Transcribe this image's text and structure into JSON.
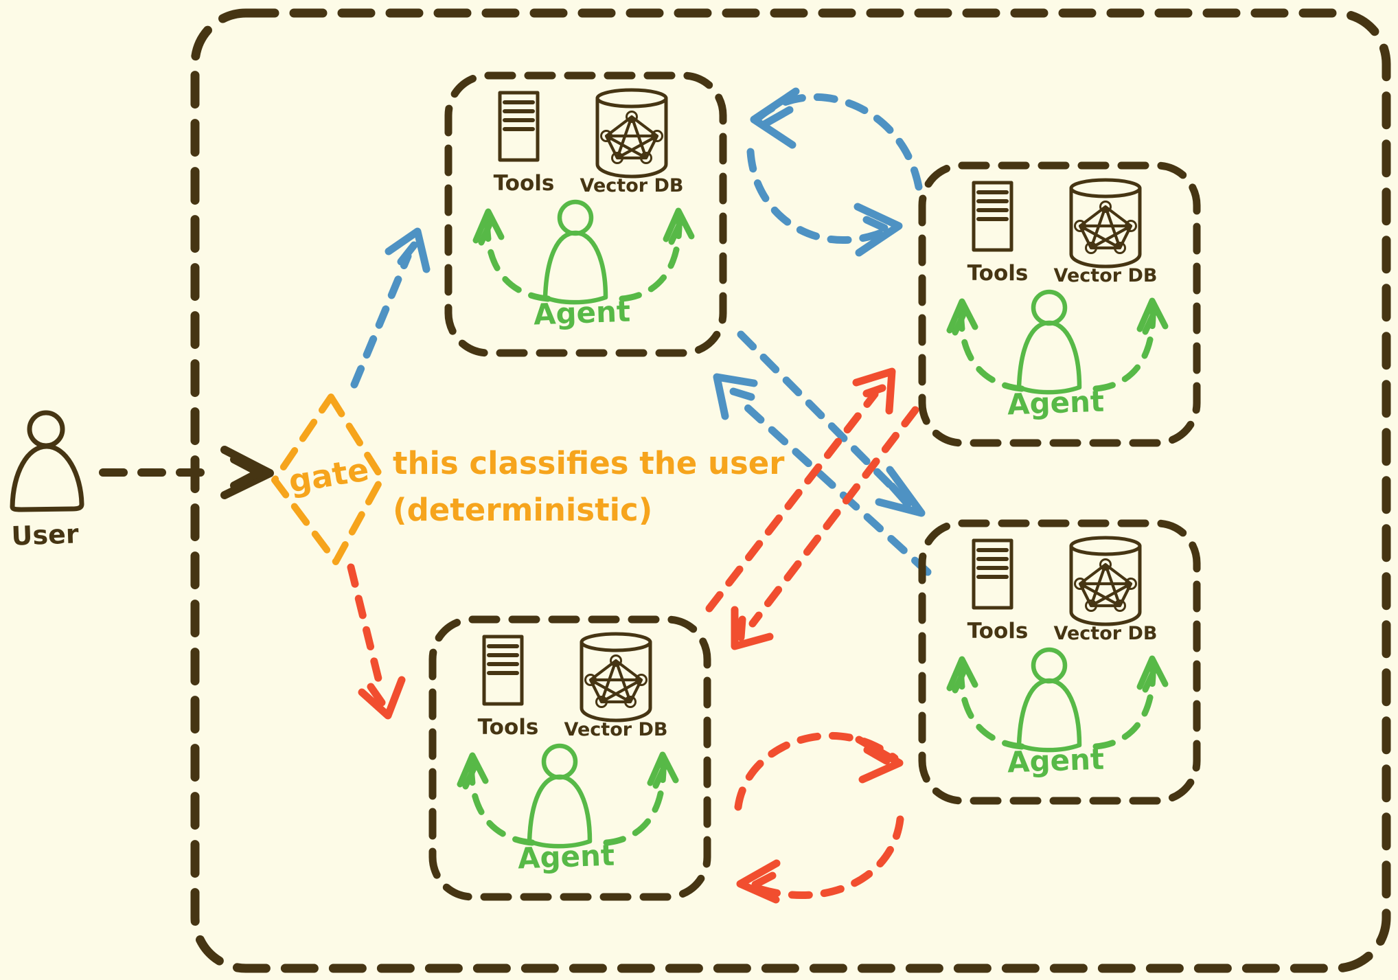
{
  "title": "multi-agent gate routing diagram",
  "colors": {
    "background": "#FDFBE7",
    "ink": "#463513",
    "green": "#57B947",
    "blue": "#4E92C3",
    "red": "#F14E2F",
    "orange": "#F6A41C",
    "tan_fill": "#F7E9C5",
    "node_gray": "#C7C1AD",
    "hatch": "#F4E3BE"
  },
  "user": {
    "label": "User",
    "icon": "person-icon"
  },
  "gate": {
    "label": "gate",
    "icon": "decision-diamond-icon",
    "annotation_line1": "this classifies the user",
    "annotation_line2": "(deterministic)"
  },
  "agents": [
    {
      "id": "agent-top-left",
      "tools_label": "Tools",
      "vector_db_label": "Vector DB",
      "agent_label": "Agent"
    },
    {
      "id": "agent-top-right",
      "tools_label": "Tools",
      "vector_db_label": "Vector DB",
      "agent_label": "Agent"
    },
    {
      "id": "agent-bottom-right",
      "tools_label": "Tools",
      "vector_db_label": "Vector DB",
      "agent_label": "Agent"
    },
    {
      "id": "agent-bottom-left",
      "tools_label": "Tools",
      "vector_db_label": "Vector DB",
      "agent_label": "Agent"
    }
  ],
  "icons": {
    "tools": "server-list-icon",
    "vector_db": "database-graph-icon",
    "agent": "person-icon"
  },
  "edges": [
    {
      "from": "user",
      "to": "gate",
      "color": "#463513",
      "style": "dashed"
    },
    {
      "from": "gate",
      "to": "agent-top-left",
      "color": "#4E92C3",
      "style": "dashed"
    },
    {
      "from": "gate",
      "to": "agent-bottom-left",
      "color": "#F14E2F",
      "style": "dashed"
    },
    {
      "from": "agent-top-left",
      "to": "agent-top-right",
      "color": "#4E92C3",
      "style": "dashed",
      "bidirectional": true
    },
    {
      "from": "agent-top-left",
      "to": "agent-bottom-right",
      "color": "#4E92C3",
      "style": "dashed",
      "bidirectional": true
    },
    {
      "from": "agent-bottom-left",
      "to": "agent-top-right",
      "color": "#F14E2F",
      "style": "dashed",
      "bidirectional": true
    },
    {
      "from": "agent-bottom-left",
      "to": "agent-bottom-right",
      "color": "#F14E2F",
      "style": "dashed",
      "bidirectional": true
    }
  ]
}
